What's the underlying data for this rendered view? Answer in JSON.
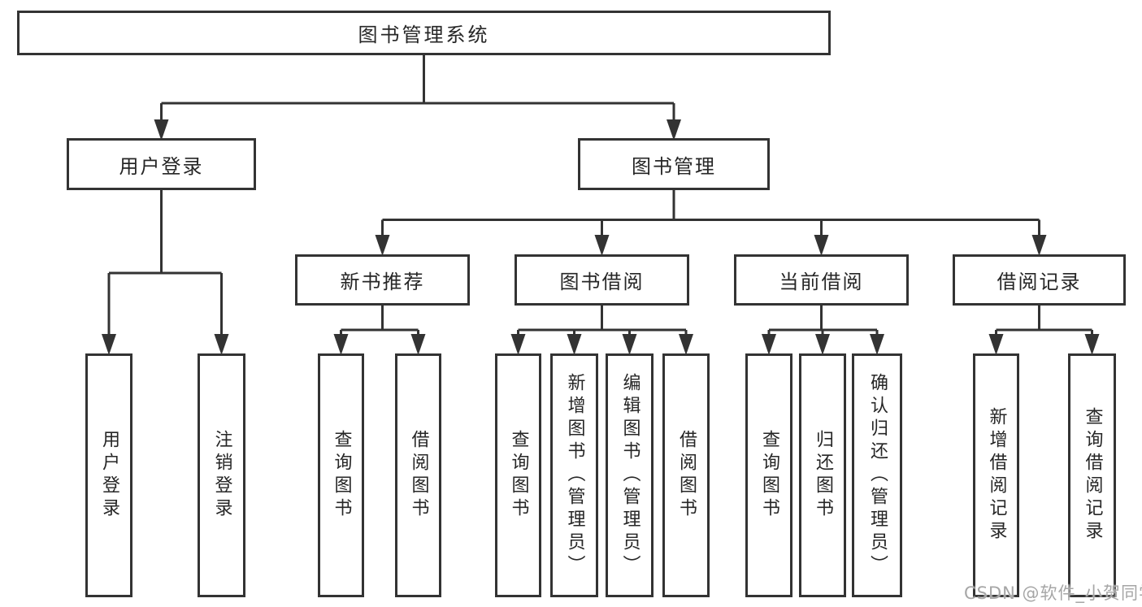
{
  "colors": {
    "line": "#333333",
    "box_border": "#333333",
    "text": "#262626",
    "watermark": "#a6a6a6",
    "background": "#ffffff"
  },
  "watermark": {
    "text": "CSDN @软件_小贺同学"
  },
  "diagram": {
    "root": {
      "label": "图书管理系统"
    },
    "login_branch": {
      "label": "用户登录",
      "children": [
        {
          "label": "用户登录"
        },
        {
          "label": "注销登录"
        }
      ]
    },
    "management_branch": {
      "label": "图书管理",
      "sections": [
        {
          "label": "新书推荐",
          "children": [
            {
              "label": "查询图书"
            },
            {
              "label": "借阅图书"
            }
          ]
        },
        {
          "label": "图书借阅",
          "children": [
            {
              "label": "查询图书"
            },
            {
              "label": "新增图书（管理员）"
            },
            {
              "label": "编辑图书（管理员）"
            },
            {
              "label": "借阅图书"
            }
          ]
        },
        {
          "label": "当前借阅",
          "children": [
            {
              "label": "查询图书"
            },
            {
              "label": "归还图书"
            },
            {
              "label": "确认归还（管理员）"
            }
          ]
        },
        {
          "label": "借阅记录",
          "children": [
            {
              "label": "新增借阅记录"
            },
            {
              "label": "查询借阅记录"
            }
          ]
        }
      ]
    }
  }
}
